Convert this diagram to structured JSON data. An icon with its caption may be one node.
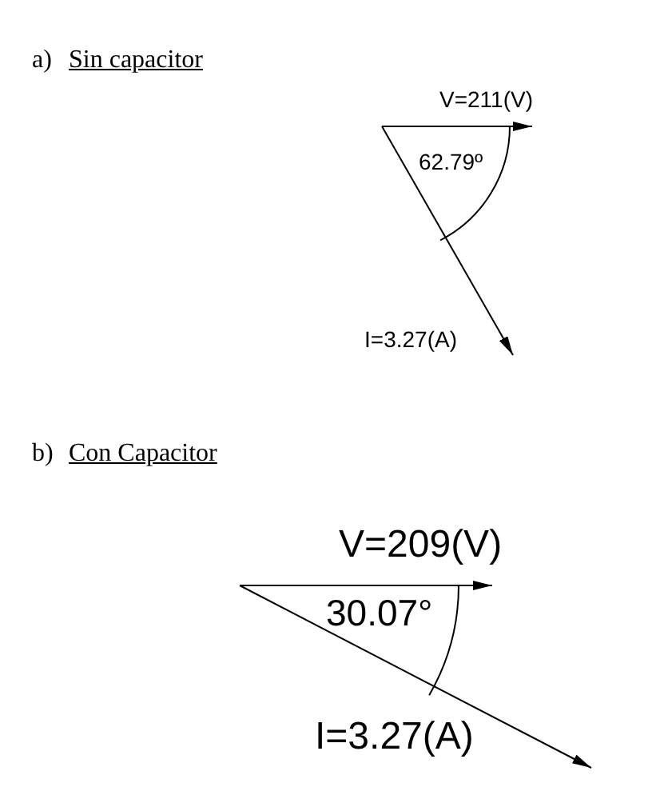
{
  "diagram": {
    "labels": [
      "a)",
      "Sin capacitor",
      "V=211(V)",
      "62.79º",
      "I=3.27(A)",
      "b)",
      "Con Capacitor",
      "V=209(V)",
      "30.07°",
      "I=3.27(A)"
    ]
  }
}
